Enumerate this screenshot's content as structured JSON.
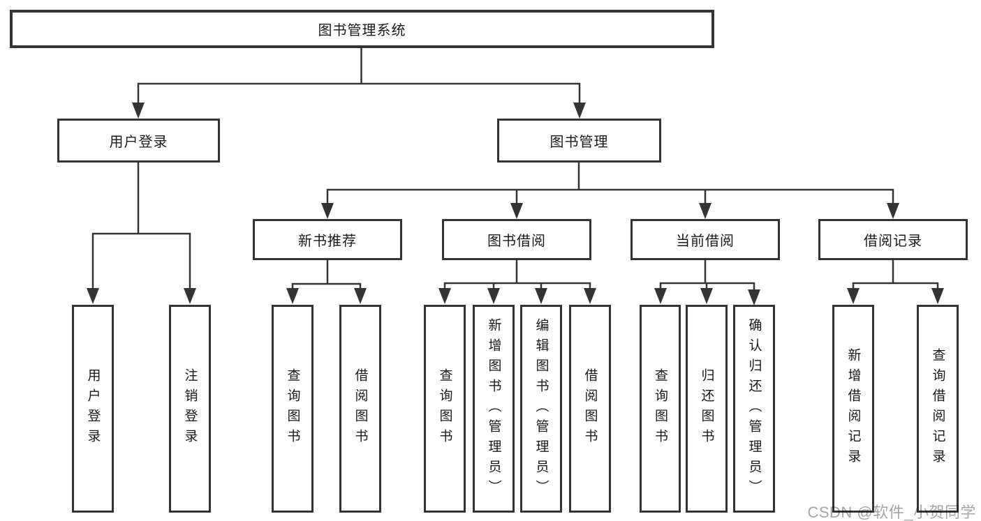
{
  "title": "图书管理系统",
  "tree": {
    "root": {
      "label": "图书管理系统"
    },
    "branches": [
      {
        "label": "用户登录",
        "children": [
          {
            "label": "用户登录"
          },
          {
            "label": "注销登录"
          }
        ]
      },
      {
        "label": "图书管理",
        "children": [
          {
            "label": "新书推荐",
            "children": [
              {
                "label": "查询图书"
              },
              {
                "label": "借阅图书"
              }
            ]
          },
          {
            "label": "图书借阅",
            "children": [
              {
                "label": "查询图书"
              },
              {
                "label": "新增图书（管理员）"
              },
              {
                "label": "编辑图书（管理员）"
              },
              {
                "label": "借阅图书"
              }
            ]
          },
          {
            "label": "当前借阅",
            "children": [
              {
                "label": "查询图书"
              },
              {
                "label": "归还图书"
              },
              {
                "label": "确认归还（管理员）"
              }
            ]
          },
          {
            "label": "借阅记录",
            "children": [
              {
                "label": "新增借阅记录"
              },
              {
                "label": "查询借阅记录"
              }
            ]
          }
        ]
      }
    ]
  },
  "watermark": {
    "text": "CSDN @软件_小贺同学"
  },
  "colors": {
    "line": "#343434",
    "box_border": "#343434",
    "text": "#1a1a1a",
    "watermark": "#a5a5a5",
    "background": "#ffffff"
  }
}
